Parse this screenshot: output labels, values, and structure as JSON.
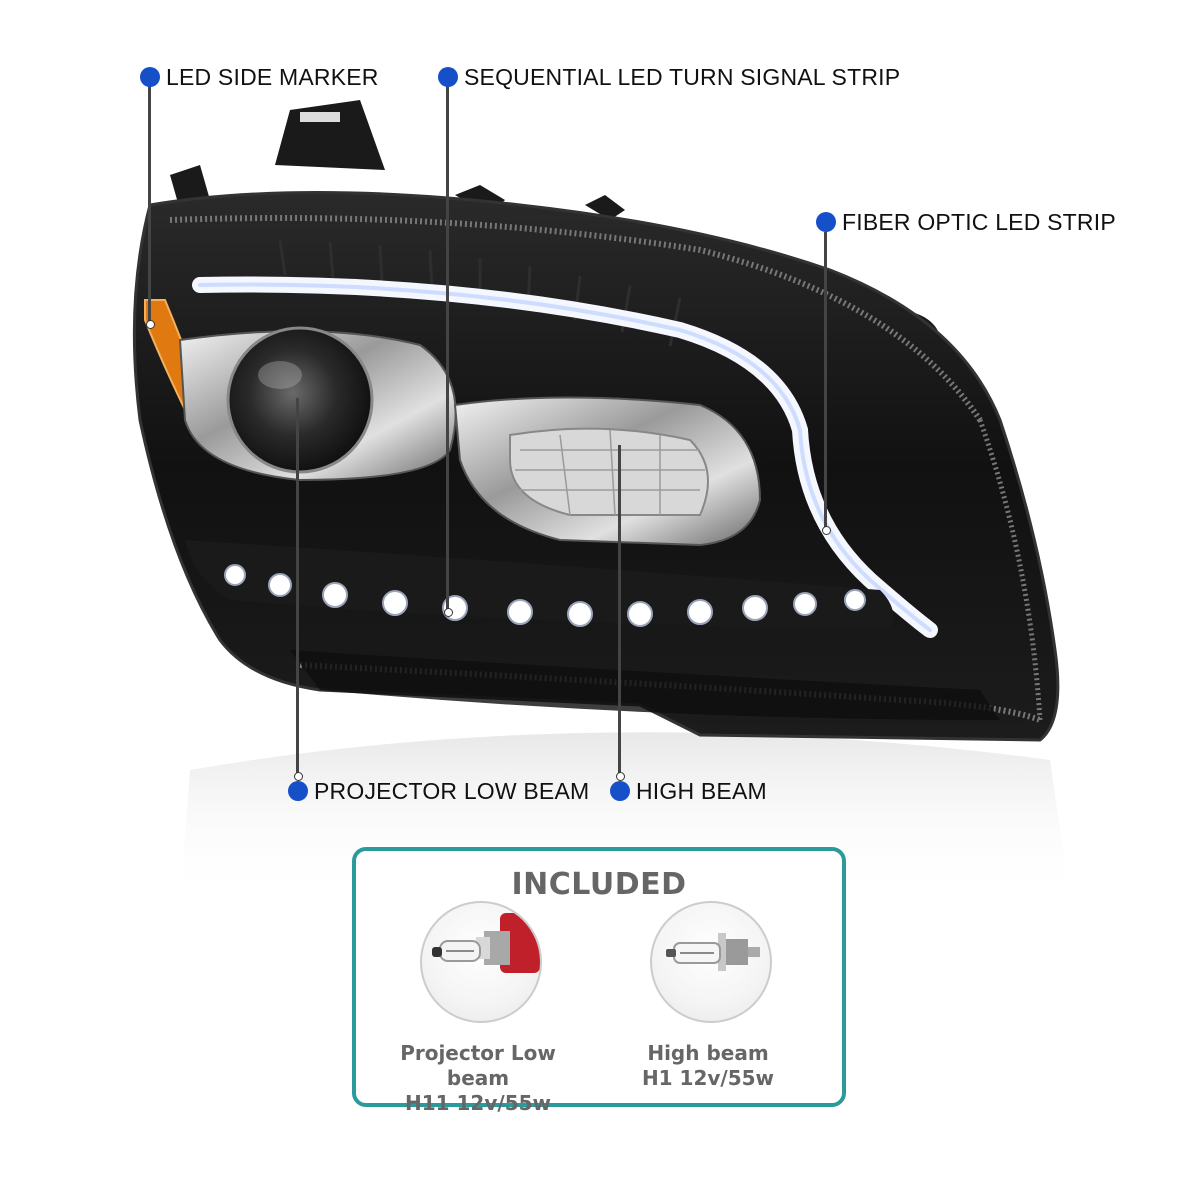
{
  "callouts": {
    "led_side_marker": "LED SIDE MARKER",
    "sequential_turn_signal": "SEQUENTIAL LED TURN SIGNAL STRIP",
    "fiber_optic_strip": "FIBER OPTIC LED STRIP",
    "projector_low_beam": "PROJECTOR LOW BEAM",
    "high_beam": "HIGH BEAM"
  },
  "included": {
    "title": "INCLUDED",
    "items": [
      {
        "name": "Projector Low beam",
        "spec": "H11 12v/55w"
      },
      {
        "name": "High beam",
        "spec": "H1 12v/55w"
      }
    ]
  },
  "colors": {
    "callout_dot": "#1550c8",
    "box_border": "#2a9a9a",
    "caption_text": "#666666",
    "housing": "#141414",
    "amber_marker": "#e07a10"
  }
}
